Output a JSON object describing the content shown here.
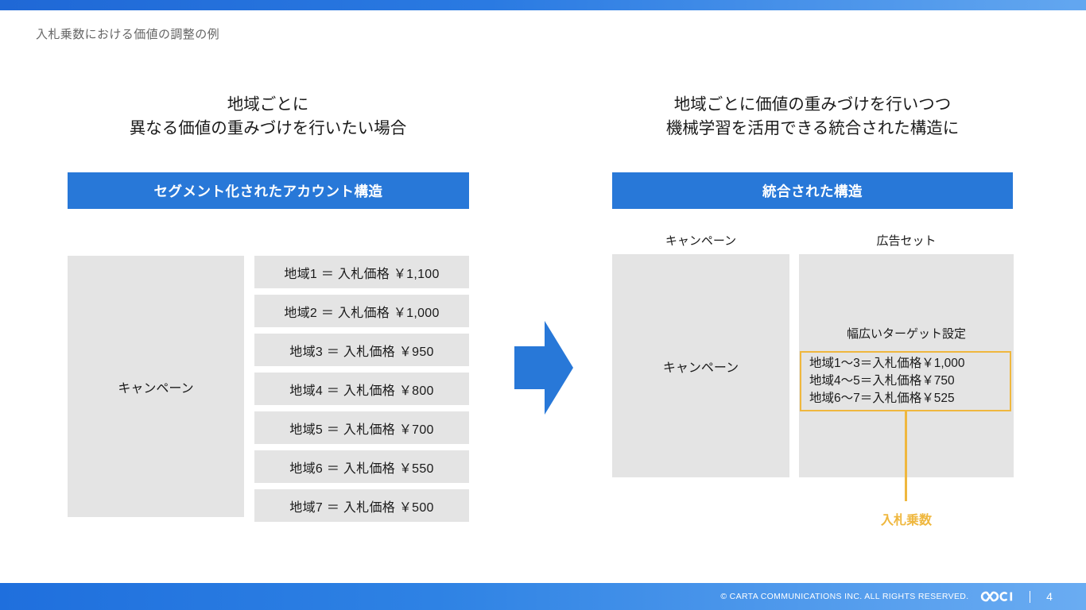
{
  "slide": {
    "title": "入札乗数における価値の調整の例",
    "accent_blue": "#2878d8",
    "accent_orange": "#efb73e",
    "box_gray": "#e4e4e4"
  },
  "left_column": {
    "heading": "地域ごとに\n異なる価値の重みづけを行いたい場合",
    "banner_label": "セグメント化されたアカウント構造",
    "campaign_label": "キャンペーン",
    "region_rows": [
      "地域1 ＝ 入札価格  ￥1,100",
      "地域2 ＝ 入札価格  ￥1,000",
      "地域3 ＝ 入札価格  ￥950",
      "地域4 ＝ 入札価格  ￥800",
      "地域5 ＝ 入札価格  ￥700",
      "地域6 ＝ 入札価格  ￥550",
      "地域7 ＝ 入札価格  ￥500"
    ]
  },
  "arrow": {
    "icon": "right-arrow-icon",
    "color": "#2878d8"
  },
  "right_column": {
    "heading": "地域ごとに価値の重みづけを行いつつ\n機械学習を活用できる統合された構造に",
    "banner_label": "統合された構造",
    "campaign_sub_label": "キャンペーン",
    "adset_sub_label": "広告セット",
    "campaign_label": "キャンペーン",
    "adset_title": "幅広いターゲット設定",
    "bid_lines": [
      "地域1〜3＝入札価格￥1,000",
      "地域4〜5＝入札価格￥750",
      "地域6〜7＝入札価格￥525"
    ],
    "callout_label": "入札乗数"
  },
  "footer": {
    "copyright": "© CARTA COMMUNICATIONS INC.  ALL RIGHTS RESERVED.",
    "logo": "cci-logo",
    "divider": "|",
    "page_number": "4"
  }
}
